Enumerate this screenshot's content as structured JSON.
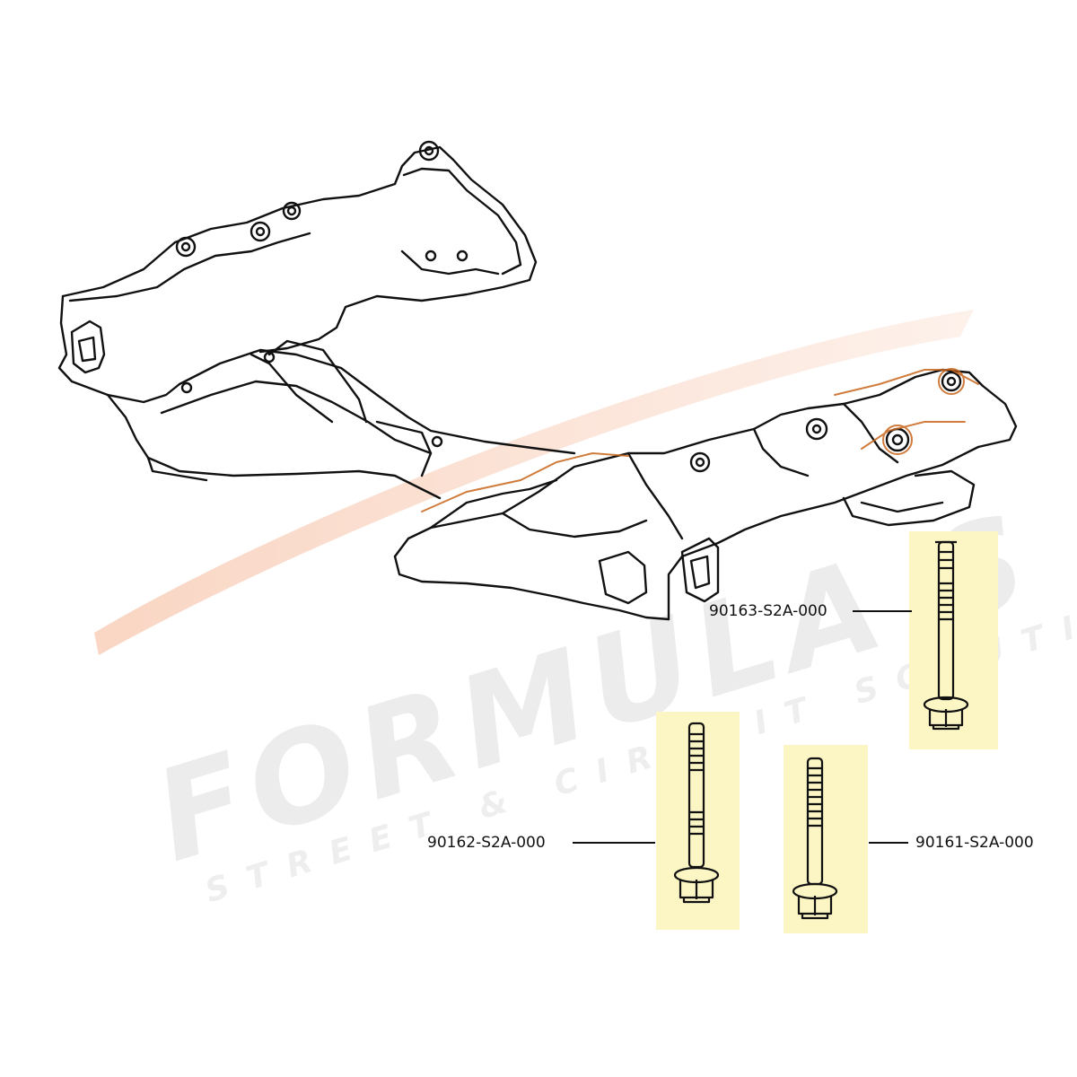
{
  "diagram": {
    "parts": [
      {
        "part_number": "90163-S2A-000"
      },
      {
        "part_number": "90162-S2A-000"
      },
      {
        "part_number": "90161-S2A-000"
      }
    ],
    "highlight_color": "#fbf6c4",
    "line_color": "#111111",
    "accent_color": "#c8661c"
  },
  "watermark": {
    "brand": "FORMULA S",
    "tagline": "STREET & CIRCUIT SOLUTIONS"
  }
}
